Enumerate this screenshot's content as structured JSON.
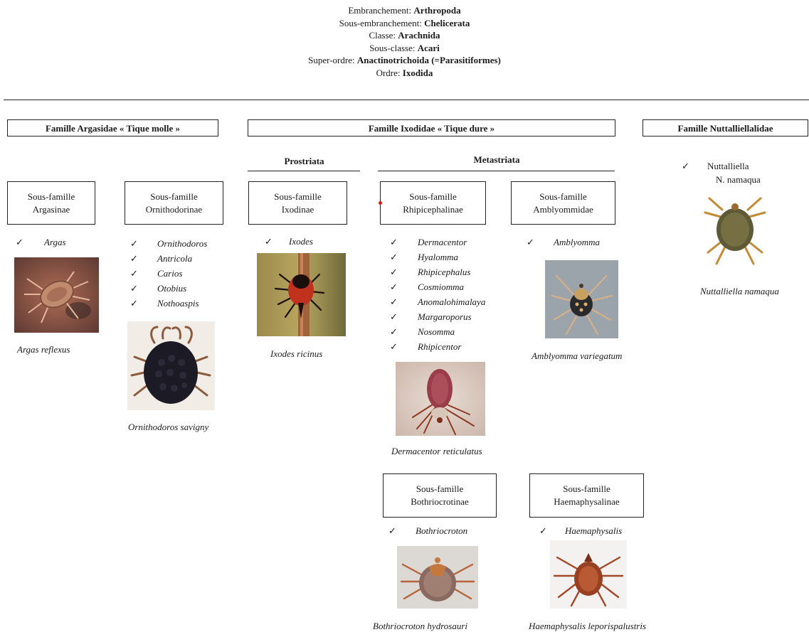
{
  "taxonomy": [
    {
      "label": "Embranchement: ",
      "value": "Arthropoda"
    },
    {
      "label": "Sous-embranchement: ",
      "value": "Chelicerata"
    },
    {
      "label": "Classe: ",
      "value": "Arachnida"
    },
    {
      "label": "Sous-classe: ",
      "value": "Acari"
    },
    {
      "label": "Super-ordre: ",
      "value": "Anactinotrichoida (=Parasitiformes)"
    },
    {
      "label": "Ordre: ",
      "value": "Ixodida"
    }
  ],
  "families": {
    "argasidae": "Famille Argasidae « Tique molle »",
    "ixodidae": "Famille Ixodidae « Tique dure »",
    "nuttalliellidae": "Famille Nuttalliellalidae"
  },
  "groups": {
    "prostriata": "Prostriata",
    "metastriata": "Metastriata"
  },
  "check_mark": "✓",
  "subfamilies": {
    "argasinae": {
      "line1": "Sous-famille",
      "line2": "Argasinae",
      "genera": [
        "Argas"
      ],
      "caption": "Argas reflexus"
    },
    "ornithodorinae": {
      "line1": "Sous-famille",
      "line2": "Ornithodorinae",
      "genera": [
        "Ornithodoros",
        "Antricola",
        "Carios",
        "Otobius",
        "Nothoaspis"
      ],
      "caption": "Ornithodoros savigny"
    },
    "ixodinae": {
      "line1": "Sous-famille",
      "line2": "Ixodinae",
      "genera": [
        "Ixodes"
      ],
      "caption": "Ixodes ricinus"
    },
    "rhipicephalinae": {
      "line1": "Sous-famille",
      "line2": "Rhipicephalinae",
      "genera": [
        "Dermacentor",
        "Hyalomma",
        "Rhipicephalus",
        "Cosmiomma",
        "Anomalohimalaya",
        "Margaroporus",
        "Nosomma",
        "Rhipicentor"
      ],
      "caption": "Dermacentor reticulatus"
    },
    "amblyomminae": {
      "line1": "Sous-famille",
      "line2": "Amblyommidae",
      "genera": [
        "Amblyomma"
      ],
      "caption": "Amblyomma variegatum"
    },
    "bothriocrotinae": {
      "line1": "Sous-famille",
      "line2": "Bothriocrotinae",
      "genera": [
        "Bothriocroton"
      ],
      "caption": "Bothriocroton hydrosauri"
    },
    "haemaphysalinae": {
      "line1": "Sous-famille",
      "line2": "Haemaphysalinae",
      "genera": [
        "Haemaphysalis"
      ],
      "caption": "Haemaphysalis leporispalustris"
    }
  },
  "nuttalliella": {
    "genus": "Nuttalliella",
    "species": "N. namaqua",
    "caption": "Nuttalliella namaqua"
  },
  "photos": {
    "argas": "argas-reflexus-photo",
    "ornithodoros": "ornithodoros-savigny-photo",
    "ixodes": "ixodes-ricinus-photo",
    "dermacentor": "dermacentor-reticulatus-photo",
    "amblyomma": "amblyomma-variegatum-photo",
    "bothriocroton": "bothriocroton-hydrosauri-photo",
    "haemaphysalis": "haemaphysalis-leporispalustris-photo",
    "nuttalliella": "nuttalliella-namaqua-photo"
  }
}
